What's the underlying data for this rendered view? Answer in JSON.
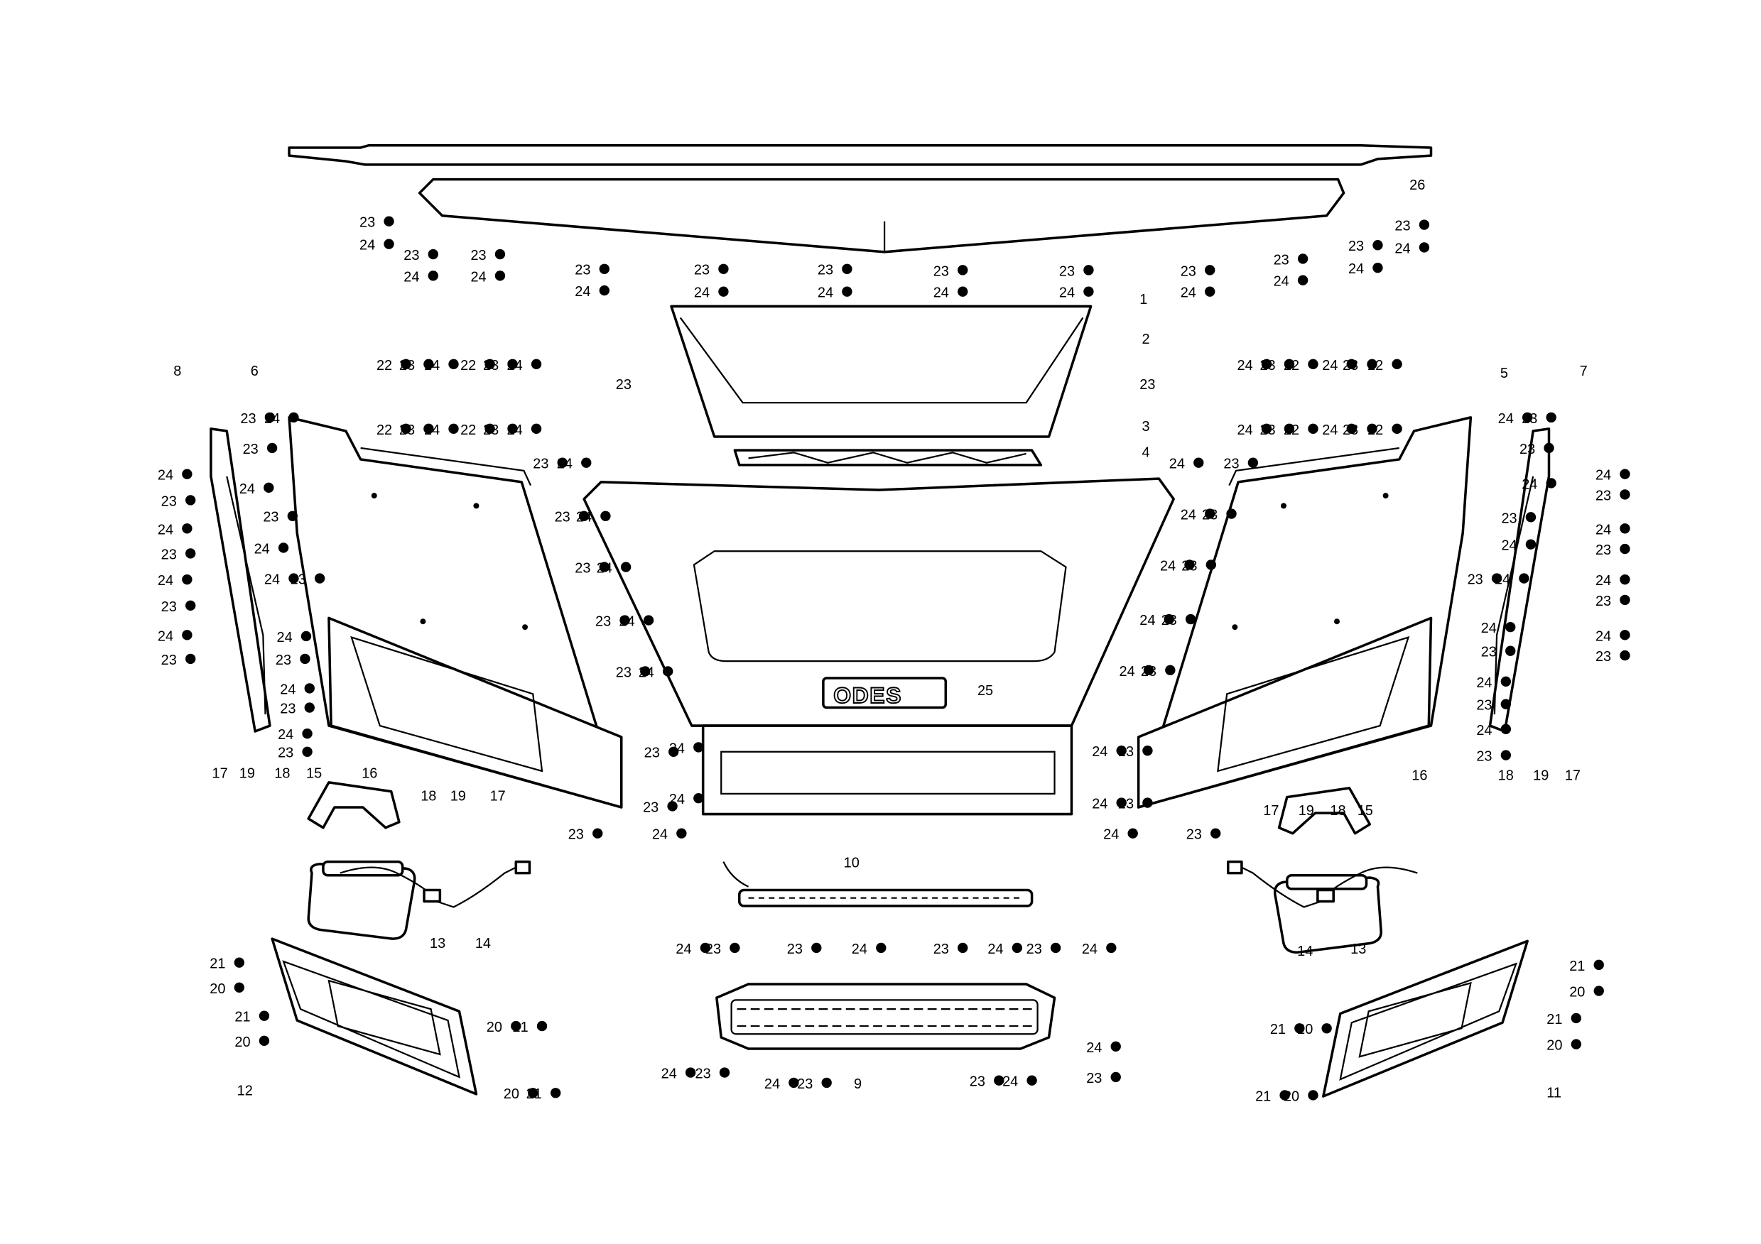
{
  "diagram": {
    "logo_text": "ODES",
    "main_parts": [
      "26",
      "1",
      "2",
      "23",
      "3",
      "4",
      "25",
      "5",
      "7",
      "8",
      "6",
      "10",
      "9",
      "13",
      "14",
      "12",
      "11",
      "13",
      "14",
      "15",
      "16",
      "17",
      "19",
      "18",
      "18",
      "19",
      "17",
      "16",
      "15",
      "17",
      "19",
      "18",
      "18",
      "19",
      "17",
      "23"
    ],
    "fastener_callouts": [
      "23",
      "24",
      "23",
      "24",
      "23",
      "24",
      "23",
      "24",
      "23",
      "24",
      "23",
      "24",
      "23",
      "24",
      "23",
      "24",
      "23",
      "24",
      "23",
      "24",
      "23",
      "24",
      "23",
      "24",
      "22",
      "23",
      "24",
      "22",
      "23",
      "24",
      "22",
      "23",
      "24",
      "22",
      "23",
      "24",
      "24",
      "23",
      "22",
      "24",
      "23",
      "22",
      "24",
      "23",
      "22",
      "24",
      "23",
      "22",
      "23",
      "24",
      "23",
      "24",
      "24",
      "23",
      "24",
      "23",
      "24",
      "23",
      "24",
      "23",
      "23",
      "24",
      "24",
      "23",
      "24",
      "23",
      "24",
      "23",
      "24",
      "23",
      "23",
      "24",
      "23",
      "24",
      "23",
      "24",
      "23",
      "24",
      "23",
      "24",
      "23",
      "24",
      "23",
      "24",
      "23",
      "24",
      "24",
      "23",
      "24",
      "23",
      "24",
      "23",
      "24",
      "23",
      "24",
      "23",
      "24",
      "23",
      "24",
      "23",
      "24",
      "23",
      "24",
      "23",
      "23",
      "24",
      "23",
      "24",
      "23",
      "24",
      "24",
      "23",
      "24",
      "23",
      "24",
      "23",
      "24",
      "23",
      "24",
      "23",
      "24",
      "23",
      "24",
      "23",
      "21",
      "20",
      "21",
      "20",
      "20",
      "21",
      "20",
      "21",
      "21",
      "20",
      "21",
      "20",
      "21",
      "20",
      "21",
      "20",
      "24",
      "23",
      "23",
      "24",
      "23",
      "24",
      "23",
      "24",
      "24",
      "23",
      "24",
      "23",
      "24",
      "23",
      "23",
      "24"
    ]
  }
}
